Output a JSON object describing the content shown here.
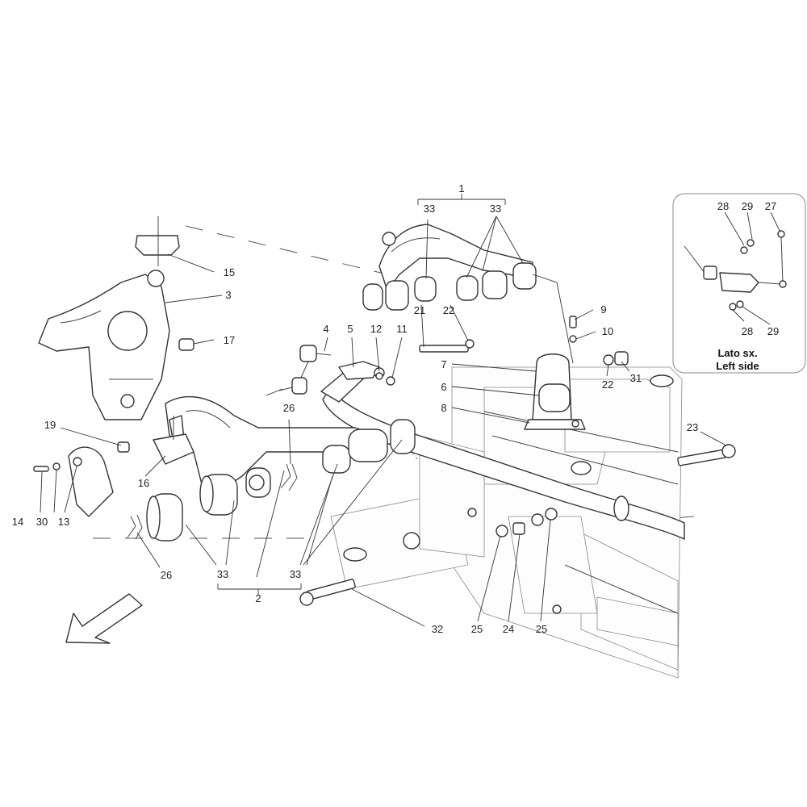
{
  "diagram": {
    "callouts": {
      "c1": "1",
      "c2": "2",
      "c3": "3",
      "c4": "4",
      "c5": "5",
      "c6": "6",
      "c7": "7",
      "c8": "8",
      "c9": "9",
      "c10": "10",
      "c11": "11",
      "c12": "12",
      "c13": "13",
      "c14": "14",
      "c15": "15",
      "c16": "16",
      "c17": "17",
      "c19": "19",
      "c21": "21",
      "c22a": "22",
      "c22b": "22",
      "c23": "23",
      "c24": "24",
      "c25a": "25",
      "c25b": "25",
      "c26a": "26",
      "c26b": "26",
      "c27": "27",
      "c28a": "28",
      "c28b": "28",
      "c29a": "29",
      "c29b": "29",
      "c30": "30",
      "c31": "31",
      "c32": "32",
      "c33a": "33",
      "c33b": "33",
      "c33c": "33",
      "c33d": "33"
    },
    "inset": {
      "title_line1": "Lato sx.",
      "title_line2": "Left side"
    }
  }
}
